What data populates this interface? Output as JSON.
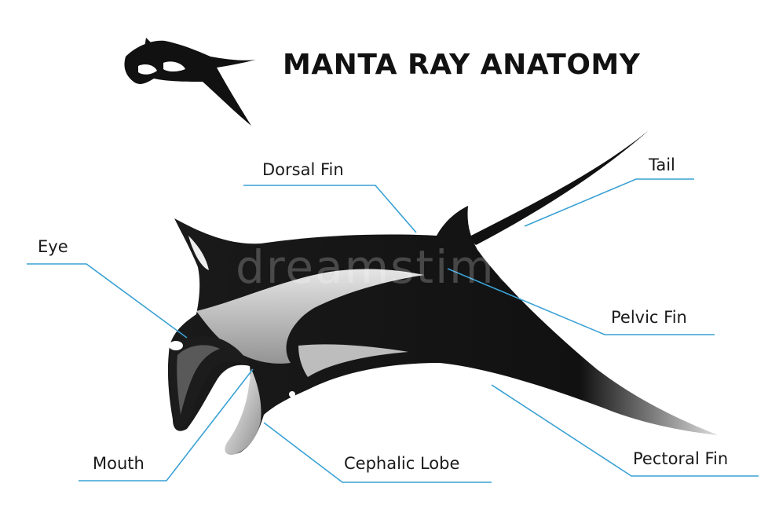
{
  "title": "MANTA RAY ANATOMY",
  "watermark": "dreamstime",
  "colors": {
    "leader_line": "#3aa1d4",
    "body": "#141414",
    "belly": "#c9c9c9"
  },
  "labels": {
    "dorsal_fin": "Dorsal Fin",
    "tail": "Tail",
    "eye": "Eye",
    "pelvic_fin": "Pelvic Fin",
    "mouth": "Mouth",
    "cephalic_lobe": "Cephalic Lobe",
    "pectoral_fin": "Pectoral Fin"
  }
}
